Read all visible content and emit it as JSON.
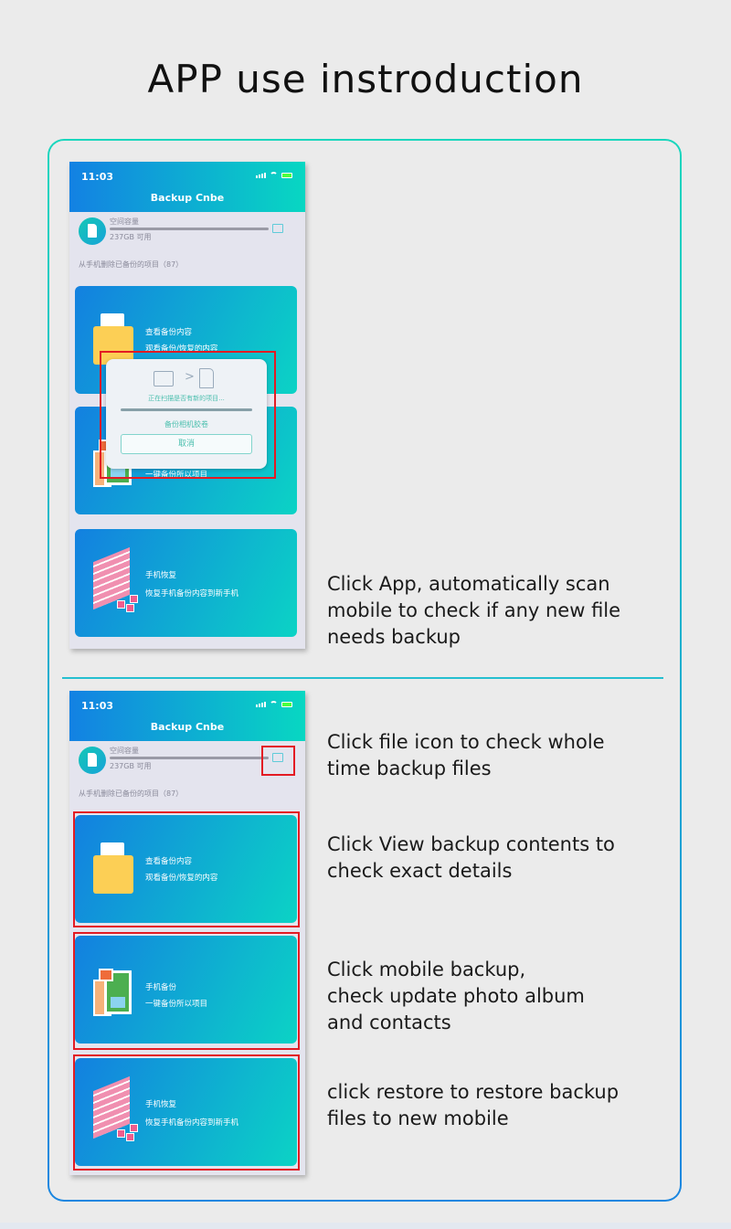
{
  "page": {
    "title": "APP use instroduction"
  },
  "phone": {
    "time": "11:03",
    "app_title": "Backup Cnbe",
    "storage_label": "空间容量",
    "storage_free": "237GB 可用",
    "delete_text": "从手机删除已备份的项目（87）",
    "cards": [
      {
        "title": "查看备份内容",
        "subtitle": "观看备份/恢复的内容",
        "icon": "folder-icon"
      },
      {
        "title": "手机备份",
        "subtitle": "一键备份所以项目",
        "icon": "photos-icon"
      },
      {
        "title": "手机恢复",
        "subtitle": "恢复手机备份内容到新手机",
        "icon": "bricks-icon"
      }
    ]
  },
  "overlay": {
    "scanning": "正在扫描是否有新的项目...",
    "label": "备份相机胶卷",
    "cancel": "取消"
  },
  "captions": {
    "scan": "Click App, automatically scan\nmobile to check if any new file\nneeds backup",
    "file_icon": "Click file icon to check whole\ntime backup files",
    "view": "Click View backup contents to\ncheck exact details",
    "backup": "Click mobile backup,\ncheck update photo album\nand contacts",
    "restore": "click restore to restore backup\nfiles to new mobile"
  },
  "colors": {
    "gradient_start": "#1380e0",
    "gradient_end": "#0bd3c5",
    "highlight": "#e31b23"
  }
}
